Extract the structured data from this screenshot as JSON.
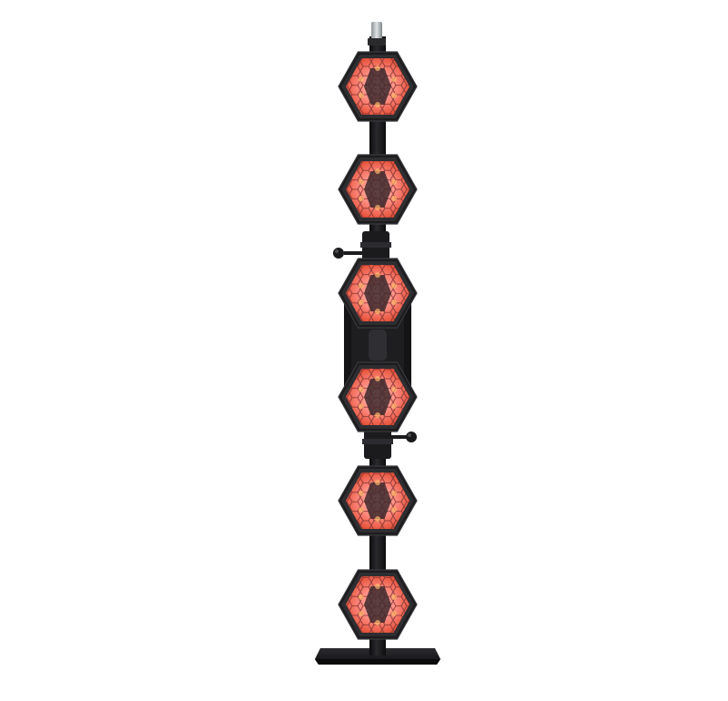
{
  "image": {
    "subject": "light-fixture-column",
    "background": "#ffffff",
    "colors": {
      "frame": "#1c1c1e",
      "frame_edge": "#2e2e31",
      "pole": "#151517",
      "cap": "#b9bec2",
      "led_glow": "#ff9a8f",
      "led_core": "#e8563f",
      "honeycomb_line": "#7a2f2f",
      "panel_dark": "#3d2a2e"
    },
    "fixture_count": 6,
    "knob_count": 2
  }
}
